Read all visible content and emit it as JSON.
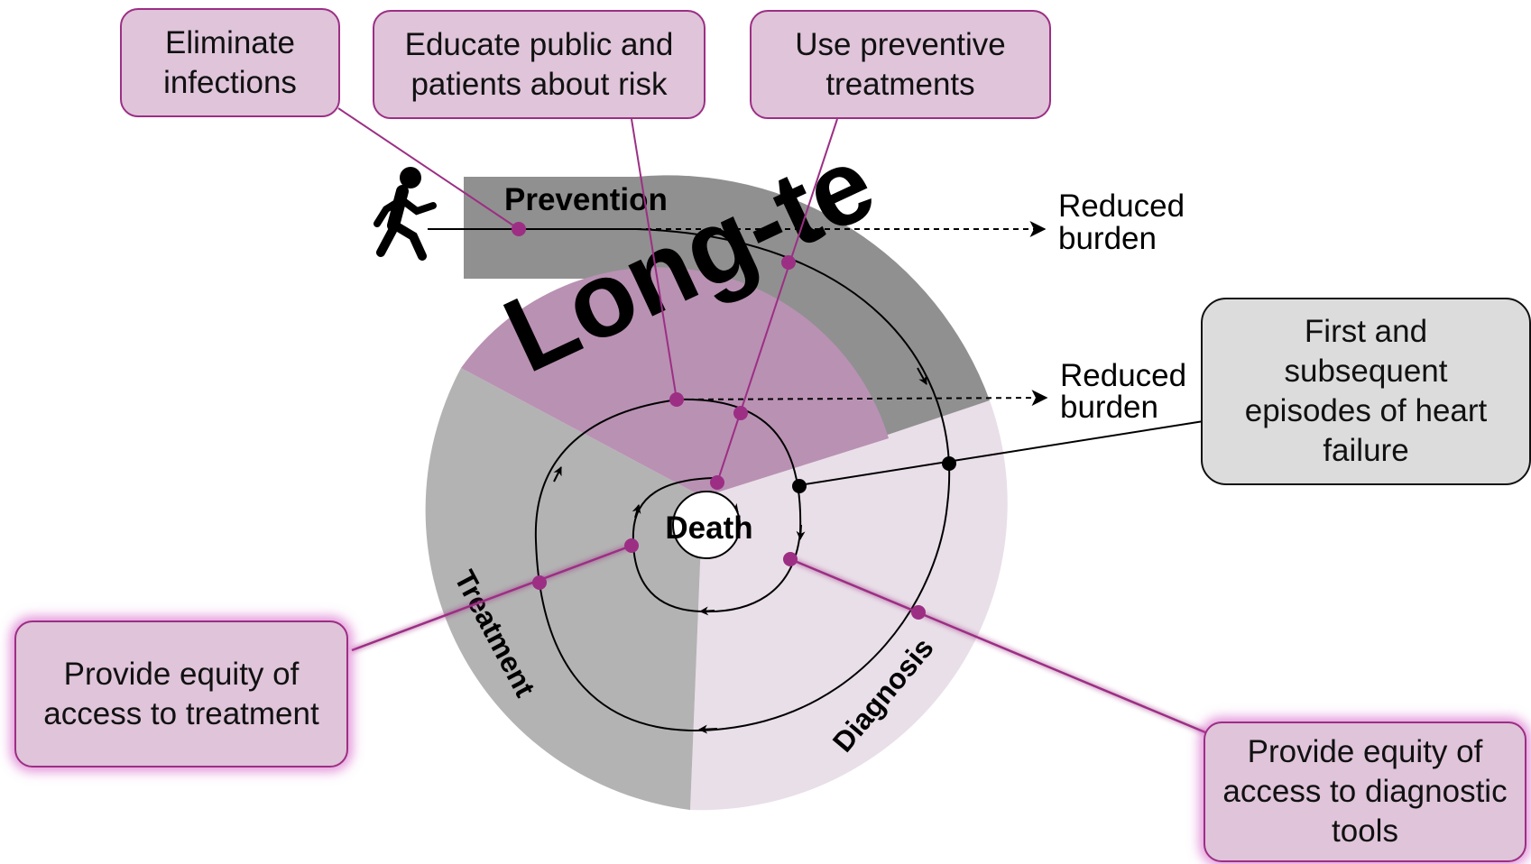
{
  "colors": {
    "accent": "#9c2f84",
    "box_fill": "#dfc4da",
    "prevention_band": "#909090",
    "treatment_band": "#b3b3b3",
    "diagnosis_band": "#e9dfe8",
    "longterm_band": "#b991b3",
    "grey_box": "#dcdcdc"
  },
  "icons": {
    "walker": "walking-person-icon"
  },
  "sections": {
    "prevention": "Prevention",
    "treatment": "Treatment",
    "diagnosis": "Diagnosis",
    "longterm": "Long-te",
    "center": "Death"
  },
  "boxes": {
    "eliminate_infections": "Eliminate infections",
    "educate_public": "Educate public and patients about risk",
    "preventive_treatments": "Use preventive treatments",
    "heart_failure_episodes": "First and subsequent episodes of heart failure",
    "equity_treatment": "Provide equity of access to treatment",
    "equity_diagnostic": "Provide equity of access to diagnostic tools"
  },
  "outcomes": {
    "reduced_burden_1": "Reduced burden",
    "reduced_burden_2": "Reduced burden"
  }
}
